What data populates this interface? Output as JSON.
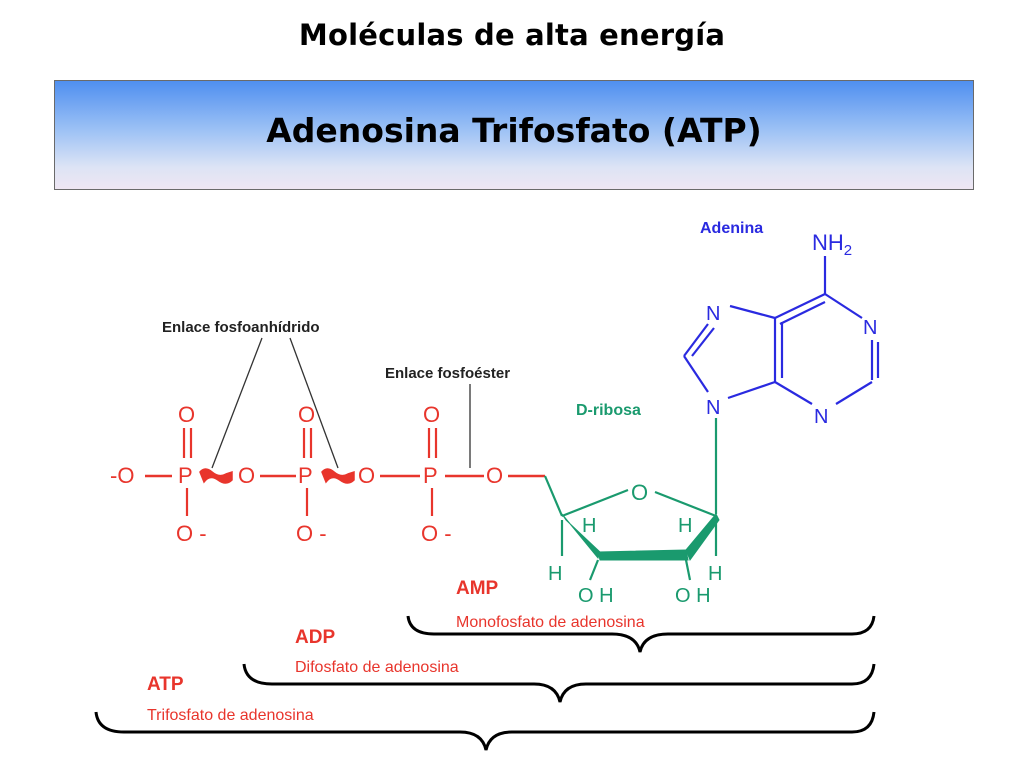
{
  "slide": {
    "title": "Moléculas de alta energía",
    "banner_title": "Adenosina Trifosfato (ATP)"
  },
  "labels": {
    "enlace_fosfoanhidrido": "Enlace fosfoanhídrido",
    "enlace_fosfoester": "Enlace fosfoéster",
    "adenina": "Adenina",
    "d_ribosa": "D-ribosa",
    "nh2": "NH",
    "nh2_sub": "2"
  },
  "phosphate_chain": {
    "terminal_o": "-O",
    "p": "P",
    "o": "O",
    "o_minus": "O -"
  },
  "adenine_atoms": [
    "N",
    "N",
    "N",
    "N"
  ],
  "ribose": {
    "ring_o": "O",
    "h": "H",
    "oh": "O H"
  },
  "brackets": {
    "amp": {
      "abbr": "AMP",
      "name": "Monofosfato de adenosina"
    },
    "adp": {
      "abbr": "ADP",
      "name": "Difosfato de adenosina"
    },
    "atp": {
      "abbr": "ATP",
      "name": "Trifosfato de adenosina"
    }
  },
  "colors": {
    "chain": "#e8352c",
    "ribose": "#1a9a6e",
    "adenine": "#2a2ae0",
    "label": "#222222",
    "leader": "#333333",
    "bracket": "#000000"
  }
}
